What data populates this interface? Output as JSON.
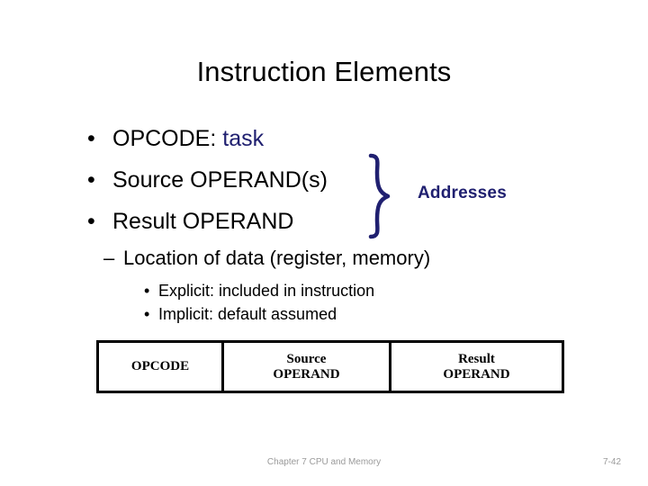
{
  "slide": {
    "title": "Instruction Elements",
    "background_color": "#ffffff",
    "accent_color": "#202070"
  },
  "bullets_level1": [
    {
      "marker": "•",
      "text_plain": "OPCODE: ",
      "accent_text": "task"
    },
    {
      "marker": "•",
      "text_plain": "Source OPERAND(s)",
      "accent_text": ""
    },
    {
      "marker": "•",
      "text_plain": "Result OPERAND",
      "accent_text": ""
    }
  ],
  "callout": {
    "brace_label": "Addresses",
    "brace_color": "#202070"
  },
  "bullets_level2": {
    "marker": "–",
    "text": "Location of data (register, memory)"
  },
  "bullets_level3": [
    {
      "marker": "•",
      "text": "Explicit: included in instruction"
    },
    {
      "marker": "•",
      "text": "Implicit: default assumed"
    }
  ],
  "format_table": {
    "cells": [
      {
        "line1": "OPCODE",
        "line2": ""
      },
      {
        "line1": "Source",
        "line2": "OPERAND"
      },
      {
        "line1": "Result",
        "line2": "OPERAND"
      }
    ]
  },
  "footer": {
    "text": "Chapter 7 CPU and Memory",
    "page": "7-42"
  }
}
